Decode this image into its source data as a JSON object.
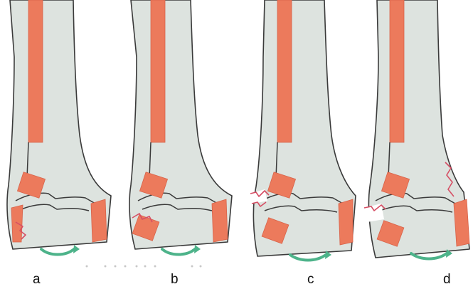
{
  "panels": [
    {
      "label": "a"
    },
    {
      "label": "b"
    },
    {
      "label": "c"
    },
    {
      "label": "d"
    }
  ],
  "colors": {
    "bone": "#dde3df",
    "outline": "#3a3a3a",
    "implant": "#ec7a5c",
    "fracture": "#d64e64",
    "rotation_arrow": "#4db38a"
  },
  "icons": {
    "rotation": "curved-arrow-icon"
  }
}
